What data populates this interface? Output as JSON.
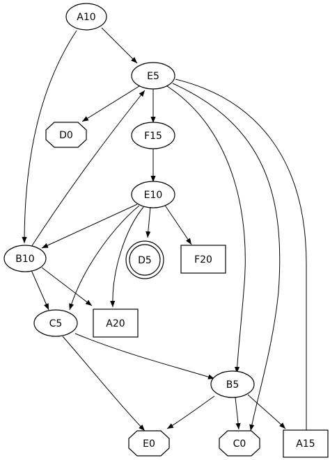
{
  "nodes": {
    "a10": {
      "label": "A10",
      "shape": "ellipse"
    },
    "e5": {
      "label": "E5",
      "shape": "ellipse"
    },
    "d0": {
      "label": "D0",
      "shape": "octagon"
    },
    "f15": {
      "label": "F15",
      "shape": "ellipse"
    },
    "e10": {
      "label": "E10",
      "shape": "ellipse"
    },
    "b10": {
      "label": "B10",
      "shape": "ellipse"
    },
    "d5": {
      "label": "D5",
      "shape": "doublecircle"
    },
    "f20": {
      "label": "F20",
      "shape": "box"
    },
    "c5": {
      "label": "C5",
      "shape": "ellipse"
    },
    "a20": {
      "label": "A20",
      "shape": "box"
    },
    "b5": {
      "label": "B5",
      "shape": "ellipse"
    },
    "e0": {
      "label": "E0",
      "shape": "octagon"
    },
    "c0": {
      "label": "C0",
      "shape": "octagon"
    },
    "a15": {
      "label": "A15",
      "shape": "box"
    }
  },
  "edges": [
    {
      "from": "A10",
      "to": "E5"
    },
    {
      "from": "A10",
      "to": "B10"
    },
    {
      "from": "E5",
      "to": "D0"
    },
    {
      "from": "E5",
      "to": "F15"
    },
    {
      "from": "E5",
      "to": "B5"
    },
    {
      "from": "E5",
      "to": "C0"
    },
    {
      "from": "E5",
      "to": "A15"
    },
    {
      "from": "F15",
      "to": "E10"
    },
    {
      "from": "E10",
      "to": "B10"
    },
    {
      "from": "E10",
      "to": "D5"
    },
    {
      "from": "E10",
      "to": "F20"
    },
    {
      "from": "E10",
      "to": "C5"
    },
    {
      "from": "E10",
      "to": "A20"
    },
    {
      "from": "B10",
      "to": "E5"
    },
    {
      "from": "B10",
      "to": "C5"
    },
    {
      "from": "B10",
      "to": "A20"
    },
    {
      "from": "C5",
      "to": "B5"
    },
    {
      "from": "C5",
      "to": "E0"
    },
    {
      "from": "B5",
      "to": "E0"
    },
    {
      "from": "B5",
      "to": "C0"
    },
    {
      "from": "B5",
      "to": "A15"
    }
  ]
}
